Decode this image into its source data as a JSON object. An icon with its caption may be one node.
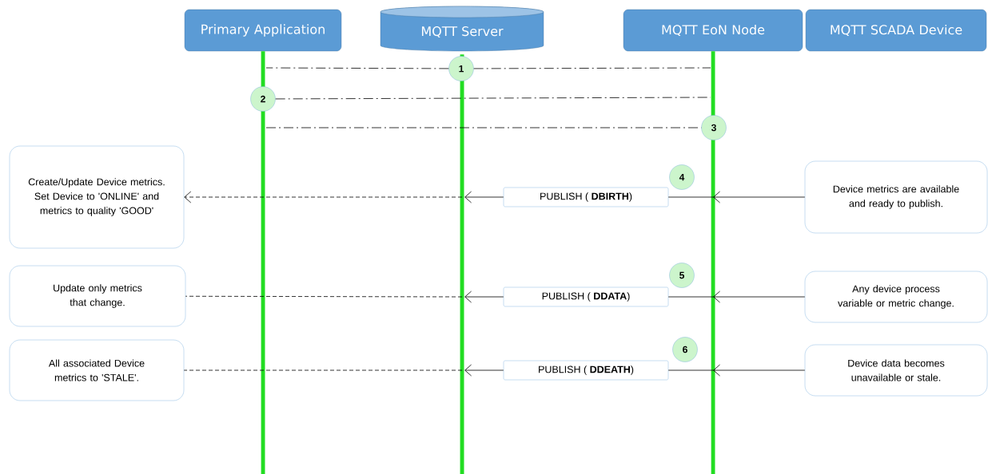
{
  "diagram": {
    "nodes": [
      {
        "text": [
          "Primary Application"
        ]
      },
      {
        "text": [
          "MQTT Server"
        ]
      },
      {
        "text": [
          "MQTT EoN Node"
        ]
      },
      {
        "text": [
          "MQTT SCADA Device"
        ]
      },
      {
        "text": [
          "1"
        ]
      },
      {
        "text": [
          "2"
        ]
      },
      {
        "text": [
          "3"
        ]
      },
      {
        "text": [
          "4"
        ]
      },
      {
        "text": [
          "5"
        ]
      },
      {
        "text": [
          "6"
        ]
      },
      {
        "text": [
          "Create/Update Device metrics. Set Device to 'ONLINE' and metrics to quality 'GOOD'"
        ]
      },
      {
        "text": [
          "Update only metrics that change."
        ]
      },
      {
        "text": [
          "All associated Device metrics to 'STALE'."
        ]
      },
      {
        "text": [
          "PUBLISH ( **DBIRTH**)"
        ]
      },
      {
        "text": [
          "PUBLISH ( **DDATA**)"
        ]
      },
      {
        "text": [
          "PUBLISH ( **DDEATH**)"
        ]
      },
      {
        "text": [
          "Device metrics are available and ready to publish."
        ]
      },
      {
        "text": [
          "Any device process variable or metric change."
        ]
      },
      {
        "text": [
          "Device data becomes unavailable or stale."
        ]
      }
    ],
    "edges": [
      {
        "from": 0,
        "to": null,
        "arrow": "none",
        "style": "thick",
        "color": "#22dd22"
      },
      {
        "from": 1,
        "to": null,
        "arrow": "none",
        "style": "thick",
        "color": "#22dd22"
      },
      {
        "from": 2,
        "to": null,
        "arrow": "none",
        "style": "thick",
        "color": "#22dd22"
      },
      {
        "from": 4,
        "to": null,
        "arrow": "none",
        "style": "dashed"
      },
      {
        "from": 4,
        "to": null,
        "arrow": "none",
        "style": "dashed"
      },
      {
        "from": 5,
        "to": null,
        "arrow": "none",
        "style": "dashed"
      },
      {
        "from": null,
        "to": 6,
        "arrow": "none",
        "style": "dashed"
      },
      {
        "from": 16,
        "to": 13,
        "arrow": "to"
      },
      {
        "from": 13,
        "to": null,
        "arrow": "to"
      },
      {
        "from": null,
        "to": 10,
        "arrow": "to",
        "style": "dashed"
      },
      {
        "from": 17,
        "to": 14,
        "arrow": "to"
      },
      {
        "from": 14,
        "to": null,
        "arrow": "to"
      },
      {
        "from": null,
        "to": 11,
        "arrow": "none",
        "style": "dashed"
      },
      {
        "from": 18,
        "to": 15,
        "arrow": "to"
      },
      {
        "from": 15,
        "to": null,
        "arrow": "to"
      },
      {
        "from": null,
        "to": 12,
        "arrow": "none",
        "style": "dashed"
      }
    ]
  }
}
